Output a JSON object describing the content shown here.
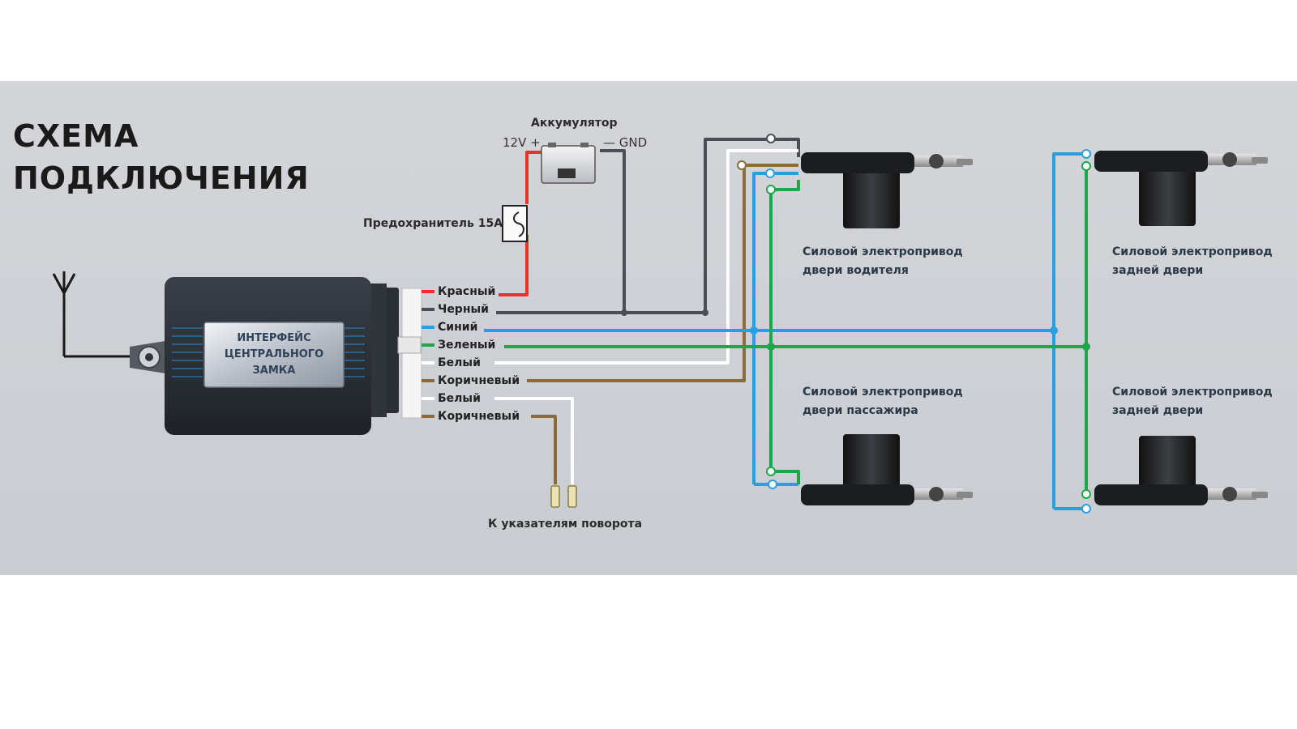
{
  "title": {
    "line1": "СХЕМА",
    "line2": "ПОДКЛЮЧЕНИЯ"
  },
  "control_unit": {
    "line1": "ИНТЕРФЕЙС",
    "line2": "ЦЕНТРАЛЬНОГО",
    "line3": "ЗАМКА"
  },
  "battery": {
    "label": "Аккумулятор",
    "plus": "12V +",
    "minus": "— GND"
  },
  "fuse": {
    "label": "Предохранитель 15А"
  },
  "wires": [
    {
      "label": "Красный",
      "color": "#e8332a"
    },
    {
      "label": "Черный",
      "color": "#4a4f55"
    },
    {
      "label": "Синий",
      "color": "#2a9fe0"
    },
    {
      "label": "Зеленый",
      "color": "#1fa64a"
    },
    {
      "label": "Белый",
      "color": "#ffffff"
    },
    {
      "label": "Коричневый",
      "color": "#8c6b3a"
    },
    {
      "label": "Белый",
      "color": "#ffffff"
    },
    {
      "label": "Коричневый",
      "color": "#8c6b3a"
    }
  ],
  "turn_signals": {
    "label": "К указателям поворота"
  },
  "actuators": {
    "driver": {
      "line1": "Силовой электропривод",
      "line2": "двери водителя"
    },
    "passenger": {
      "line1": "Силовой электропривод",
      "line2": "двери пассажира"
    },
    "rear_top": {
      "line1": "Силовой электропривод",
      "line2": "задней двери"
    },
    "rear_bottom": {
      "line1": "Силовой электропривод",
      "line2": "задней двери"
    }
  }
}
